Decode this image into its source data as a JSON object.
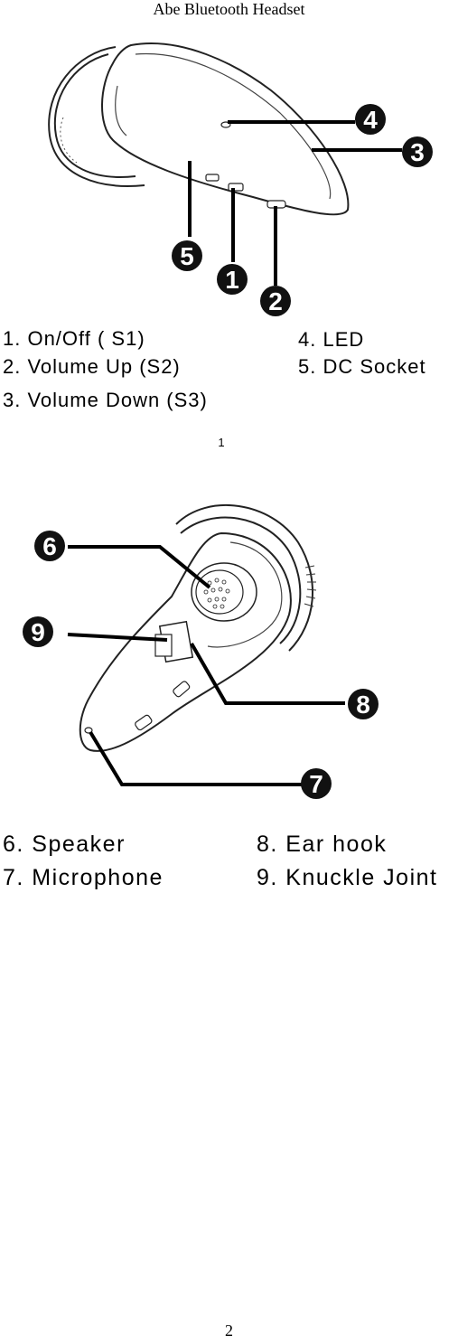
{
  "header": {
    "title": "Abe Bluetooth Headset"
  },
  "figure1": {
    "callouts": [
      "1",
      "2",
      "3",
      "4",
      "5"
    ],
    "labels": [
      "1. On/Off ( S1)",
      "2. Volume Up (S2)",
      "3. Volume Down (S3)",
      "4. LED",
      "5. DC  Socket"
    ],
    "page_number": "1"
  },
  "figure2": {
    "callouts": [
      "6",
      "7",
      "8",
      "9"
    ],
    "labels": [
      "6. Speaker",
      "7. Microphone",
      "8. Ear hook",
      "9. Knuckle Joint"
    ]
  },
  "footer": {
    "page_number": "2"
  },
  "colors": {
    "callout_fill": "#111111",
    "callout_text": "#ffffff",
    "line": "#000000"
  }
}
